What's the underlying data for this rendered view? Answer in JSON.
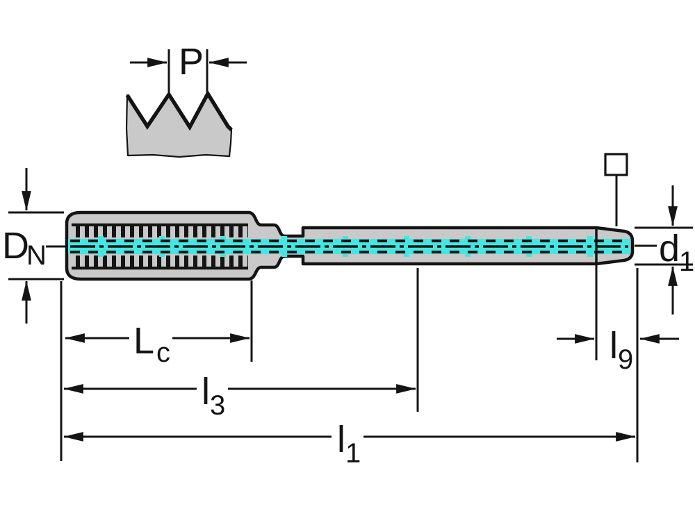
{
  "diagram": {
    "labels": {
      "pitch": {
        "base": "P",
        "sub": ""
      },
      "nominal_diameter": {
        "base": "D",
        "sub": "N"
      },
      "shank_diameter": {
        "base": "d",
        "sub": "1"
      },
      "thread_length": {
        "base": "L",
        "sub": "c"
      },
      "length_l3": {
        "base": "l",
        "sub": "3"
      },
      "overall_length": {
        "base": "l",
        "sub": "1"
      },
      "square_length": {
        "base": "l",
        "sub": "9"
      }
    },
    "colors": {
      "body_gray": "#c9c9c9",
      "centerline_cyan": "#45e6e2",
      "line_black": "#141414",
      "background": "#ffffff"
    },
    "symbols": {
      "square_drive": "square-outline-icon"
    }
  }
}
